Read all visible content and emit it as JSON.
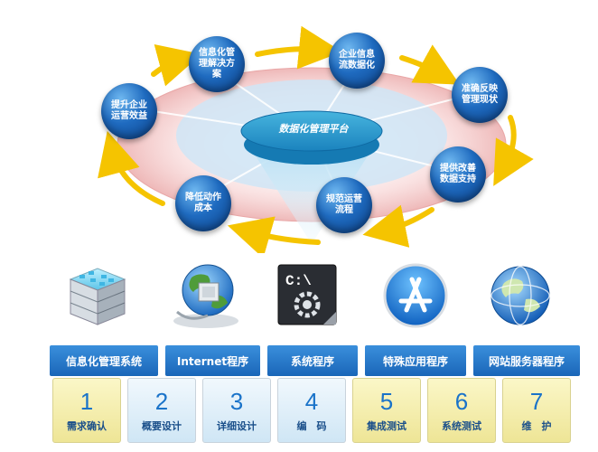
{
  "diagram": {
    "center_label": "数据化管理平台",
    "nodes": [
      {
        "label": "信息化管理解决方案"
      },
      {
        "label": "企业信息流数据化"
      },
      {
        "label": "准确反映管理现状"
      },
      {
        "label": "提供改善数据支持"
      },
      {
        "label": "规范运营流程"
      },
      {
        "label": "降低动作成本"
      },
      {
        "label": "提升企业运营效益"
      }
    ]
  },
  "icons": [
    "server-stack-icon",
    "network-globe-icon",
    "command-prompt-icon",
    "app-store-icon",
    "web-globe-icon"
  ],
  "categories": [
    {
      "label": "信息化管理系统"
    },
    {
      "label": "Internet程序"
    },
    {
      "label": "系统程序"
    },
    {
      "label": "特殊应用程序"
    },
    {
      "label": "网站服务器程序"
    }
  ],
  "steps": [
    {
      "number": "1",
      "label": "需求确认"
    },
    {
      "number": "2",
      "label": "概要设计"
    },
    {
      "number": "3",
      "label": "详细设计"
    },
    {
      "number": "4",
      "label": "编　码"
    },
    {
      "number": "5",
      "label": "集成测试"
    },
    {
      "number": "6",
      "label": "系统测试"
    },
    {
      "number": "7",
      "label": "维　护"
    }
  ],
  "icon_cmd_text": "C:\\",
  "colors": {
    "accent": "#1a73c9",
    "arrow": "#f5c400",
    "node": "#1f6bc0"
  }
}
